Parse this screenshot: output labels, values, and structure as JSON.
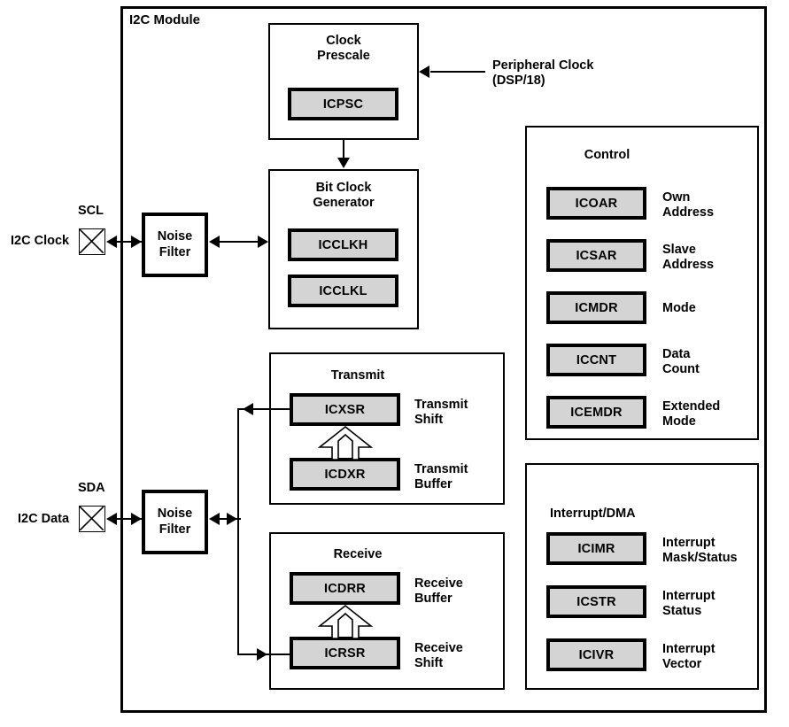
{
  "diagram": {
    "module_title": "I2C Module",
    "external_signals": [
      {
        "name": "peripheral-clock",
        "label": "Peripheral Clock\n(DSP/18)"
      },
      {
        "name": "i2c-clock",
        "label": "I2C Clock",
        "pin": "SCL"
      },
      {
        "name": "i2c-data",
        "label": "I2C Data",
        "pin": "SDA"
      }
    ],
    "noise_filters": [
      {
        "name": "noise-filter-scl",
        "label": "Noise\nFilter"
      },
      {
        "name": "noise-filter-sda",
        "label": "Noise\nFilter"
      }
    ],
    "blocks": {
      "clock_prescale": {
        "title": "Clock\nPrescale",
        "registers": [
          {
            "name": "ICPSC",
            "desc": ""
          }
        ]
      },
      "bit_clock_generator": {
        "title": "Bit Clock\nGenerator",
        "registers": [
          {
            "name": "ICCLKH",
            "desc": ""
          },
          {
            "name": "ICCLKL",
            "desc": ""
          }
        ]
      },
      "transmit": {
        "title": "Transmit",
        "registers": [
          {
            "name": "ICXSR",
            "desc": "Transmit\nShift"
          },
          {
            "name": "ICDXR",
            "desc": "Transmit\nBuffer"
          }
        ]
      },
      "receive": {
        "title": "Receive",
        "registers": [
          {
            "name": "ICDRR",
            "desc": "Receive\nBuffer"
          },
          {
            "name": "ICRSR",
            "desc": "Receive\nShift"
          }
        ]
      },
      "control": {
        "title": "Control",
        "registers": [
          {
            "name": "ICOAR",
            "desc": "Own\nAddress"
          },
          {
            "name": "ICSAR",
            "desc": "Slave\nAddress"
          },
          {
            "name": "ICMDR",
            "desc": "Mode"
          },
          {
            "name": "ICCNT",
            "desc": "Data\nCount"
          },
          {
            "name": "ICEMDR",
            "desc": "Extended\nMode"
          }
        ]
      },
      "interrupt_dma": {
        "title": "Interrupt/DMA",
        "registers": [
          {
            "name": "ICIMR",
            "desc": "Interrupt\nMask/Status"
          },
          {
            "name": "ICSTR",
            "desc": "Interrupt\nStatus"
          },
          {
            "name": "ICIVR",
            "desc": "Interrupt\nVector"
          }
        ]
      }
    },
    "colors": {
      "register_fill": "#d4d4d4",
      "line": "#000000",
      "background": "#ffffff"
    }
  }
}
